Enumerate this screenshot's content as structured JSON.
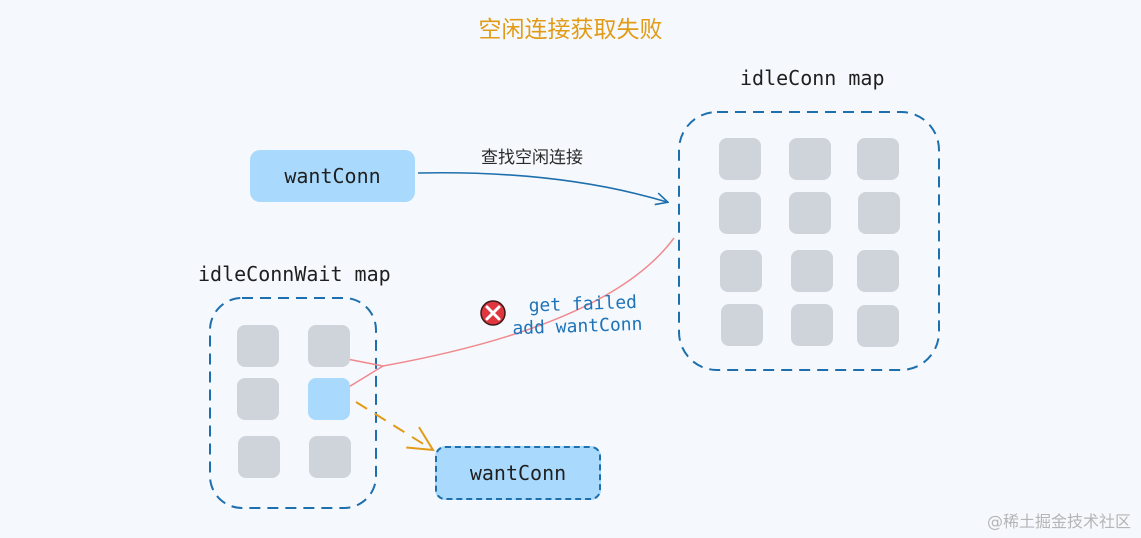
{
  "title": "空闲连接获取失败",
  "maps": {
    "idle_conn": {
      "label": "idleConn map"
    },
    "idle_conn_wait": {
      "label": "idleConnWait map"
    }
  },
  "nodes": {
    "want_conn_top": {
      "label": "wantConn"
    },
    "want_conn_bottom": {
      "label": "wantConn"
    }
  },
  "edges": {
    "lookup_label": "查找空闲连接",
    "fail_note_line1": "get failed",
    "fail_note_line2": "add wantConn"
  },
  "icons": {
    "fail": "close-circle-icon"
  },
  "colors": {
    "title": "#e29b16",
    "node_fill": "#a9dafd",
    "cell": "#cfd4db",
    "dashed_border": "#1e6fad",
    "lookup_arrow": "#1e6fad",
    "fail_arrow": "#f08a8e",
    "move_arrow": "#e29b16",
    "fail_icon": "#e0363d",
    "note_text": "#1e73b8"
  },
  "watermark": "@稀土掘金技术社区"
}
